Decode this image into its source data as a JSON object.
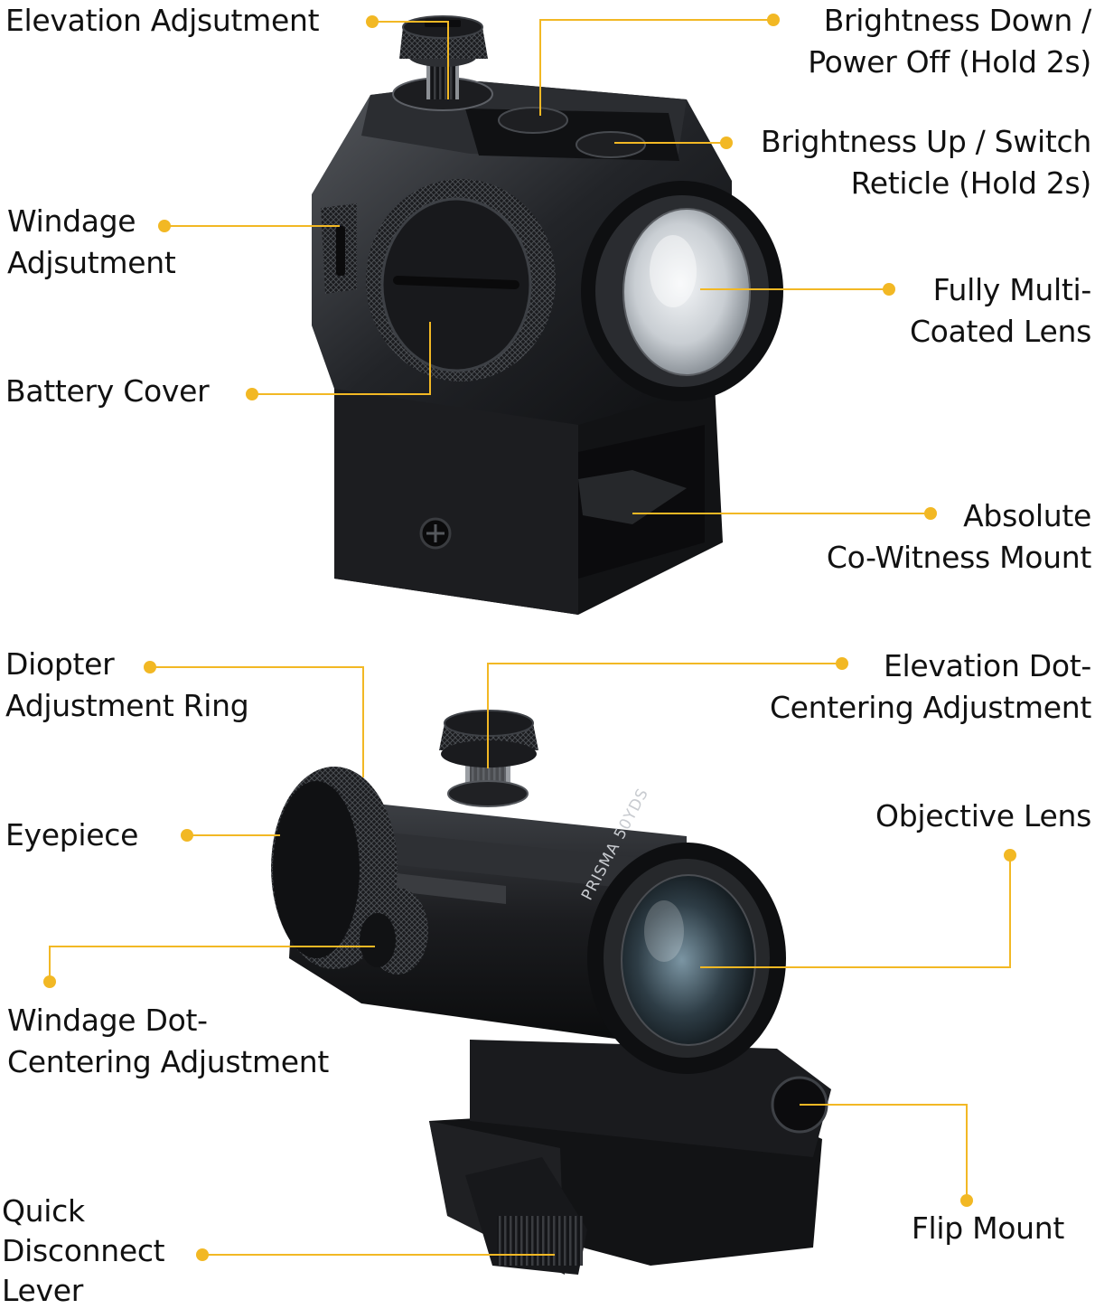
{
  "colors": {
    "callout": "#f2b824",
    "body": "#16171a",
    "body_mid": "#2a2c30",
    "body_hi": "#5b5e63",
    "lens_glass": "#c9ced3",
    "text": "#111111"
  },
  "callouts": {
    "elevation_adjustment": [
      "Elevation Adjsutment"
    ],
    "brightness_down": [
      "Brightness Down /",
      "Power Off (Hold 2s)"
    ],
    "brightness_up": [
      "Brightness Up / Switch",
      "Reticle (Hold 2s)"
    ],
    "windage_adjustment": [
      "Windage",
      "Adjsutment"
    ],
    "fully_multi_coated_lens": [
      "Fully Multi-",
      "Coated Lens"
    ],
    "battery_cover": [
      "Battery Cover"
    ],
    "absolute_co_witness_mount": [
      "Absolute",
      "Co-Witness Mount"
    ],
    "diopter_adjustment_ring": [
      "Diopter",
      "Adjustment Ring"
    ],
    "elevation_dot_centering": [
      "Elevation Dot-",
      "Centering Adjustment"
    ],
    "eyepiece": [
      "Eyepiece"
    ],
    "objective_lens": [
      "Objective Lens"
    ],
    "windage_dot_centering": [
      "Windage Dot-",
      "Centering Adjustment"
    ],
    "quick_disconnect_lever": [
      "Quick",
      "Disconnect",
      "Lever"
    ],
    "flip_mount": [
      "Flip Mount"
    ]
  },
  "engraving": "PRISMA 50YDS"
}
